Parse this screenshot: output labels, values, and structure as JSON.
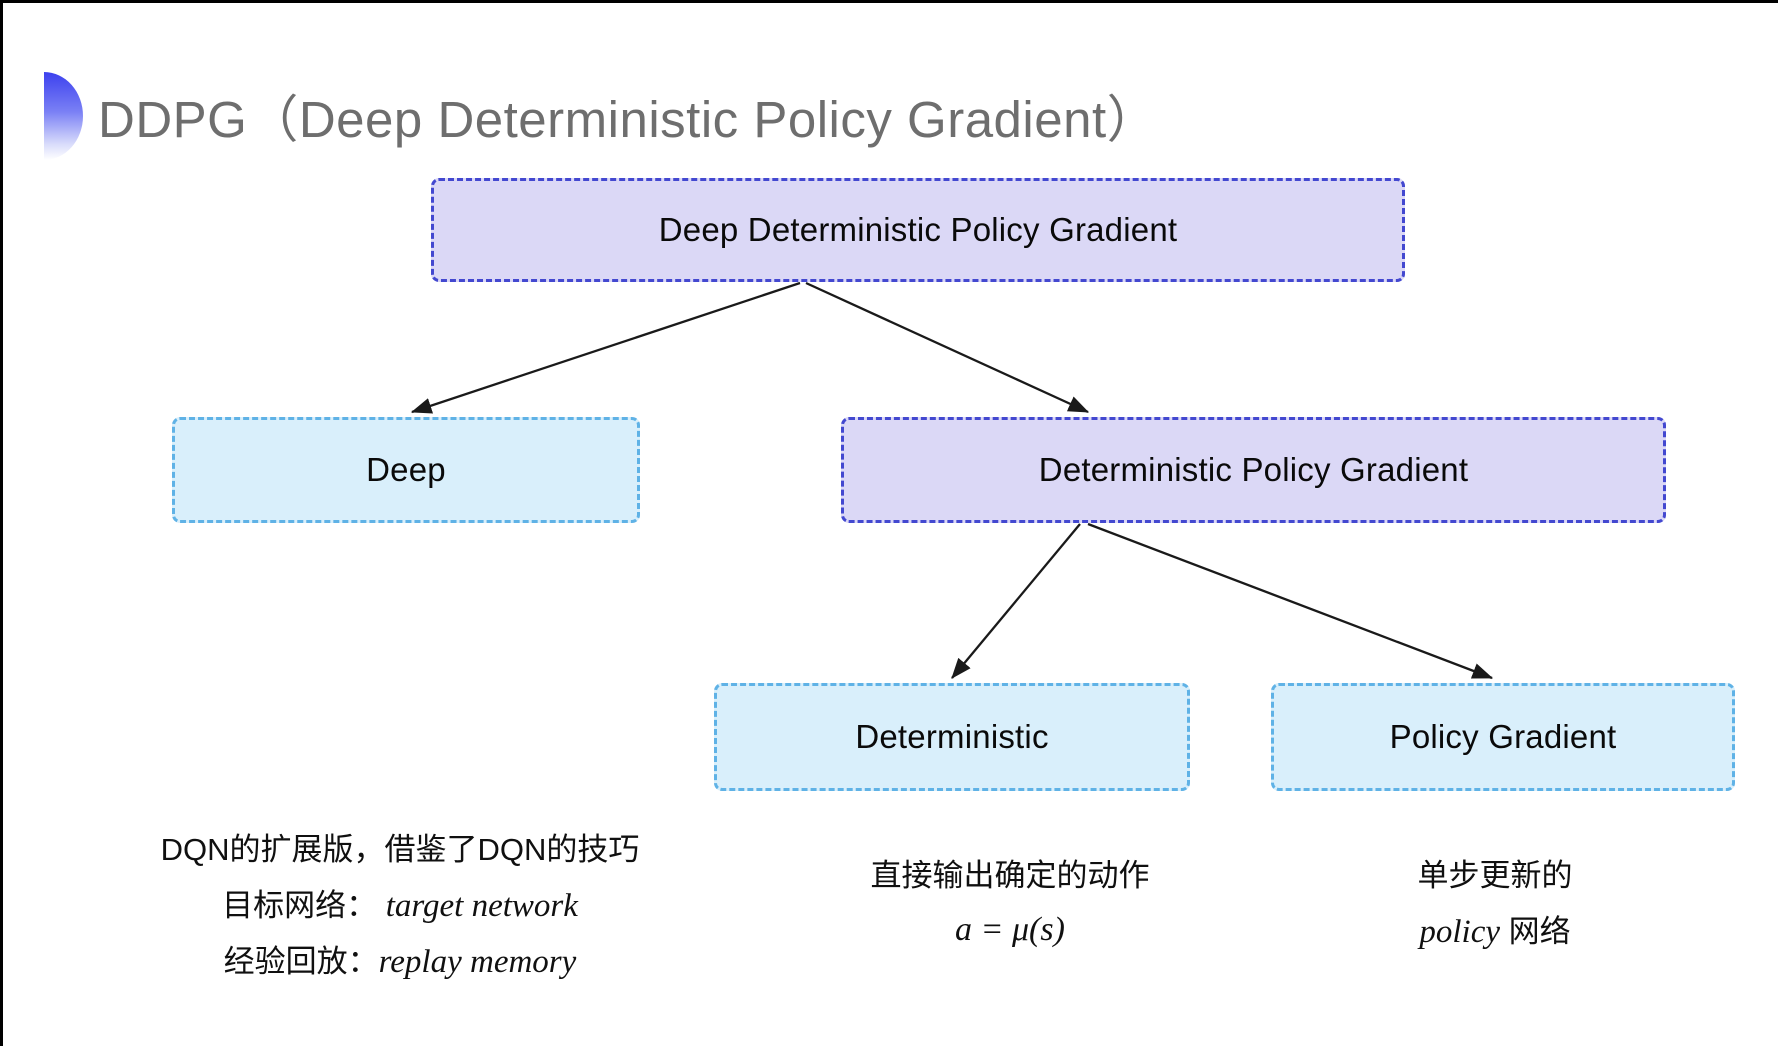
{
  "title": "DDPG（Deep Deterministic Policy Gradient）",
  "colors": {
    "lavender_fill": "#dbd8f6",
    "indigo_border": "#4348d0",
    "cyan_fill": "#d9effb",
    "cyan_border": "#5fb2e6",
    "title_gray": "#6e6e6e",
    "bullet_top": "#3c41ee",
    "arrow": "#1a1a1a"
  },
  "nodes": {
    "root": {
      "label": "Deep Deterministic Policy Gradient"
    },
    "deep": {
      "label": "Deep"
    },
    "dpg": {
      "label": "Deterministic Policy Gradient"
    },
    "deterministic": {
      "label": "Deterministic"
    },
    "policy_gradient": {
      "label": "Policy Gradient"
    }
  },
  "annotations": {
    "deep_notes": {
      "line1": "DQN的扩展版，借鉴了DQN的技巧",
      "line2_label": "目标网络：",
      "line2_value": "target network",
      "line3_label": "经验回放：",
      "line3_value": "replay memory"
    },
    "deterministic_notes": {
      "line1": "直接输出确定的动作",
      "formula": "a = μ(s)"
    },
    "policy_gradient_notes": {
      "line1": "单步更新的",
      "line2_en": "policy",
      "line2_zh": " 网络"
    }
  }
}
